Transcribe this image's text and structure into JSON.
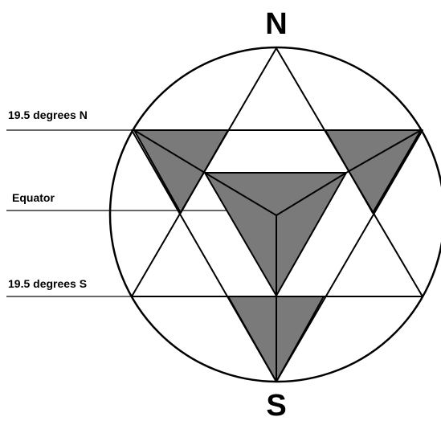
{
  "labels": {
    "north": "N",
    "south": "S",
    "lat_north": "19.5 degrees N",
    "equator": "Equator",
    "lat_south": "19.5 degrees S"
  },
  "colors": {
    "background": "#ffffff",
    "stroke": "#000000",
    "shade": "#7a7a7a",
    "guide_line": "#666666"
  }
}
